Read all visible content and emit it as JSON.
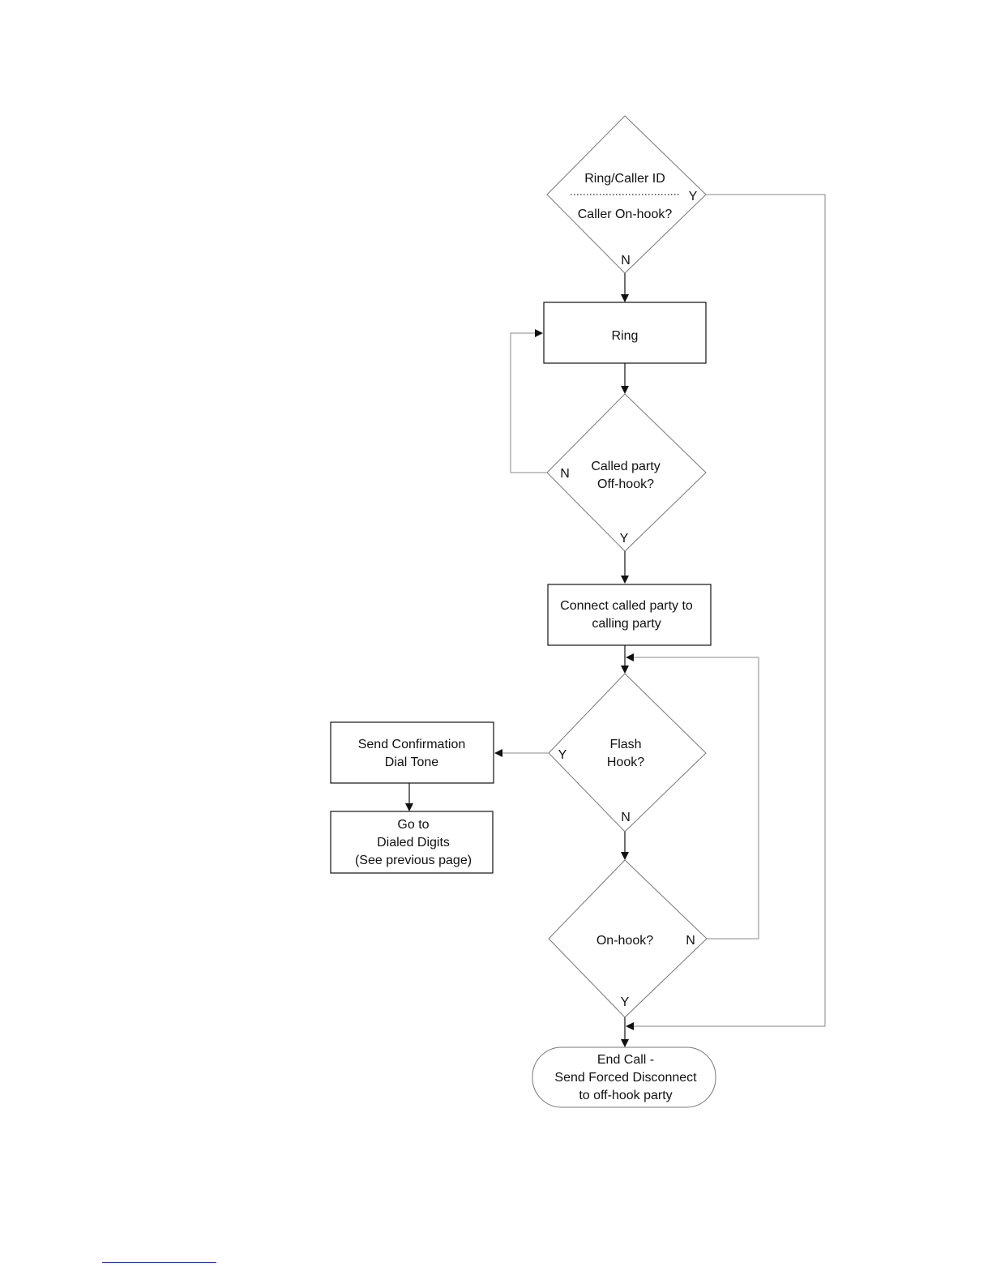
{
  "diagram": {
    "decisions": {
      "ring_caller_id": {
        "title": "Ring/Caller ID",
        "question": "Caller On-hook?",
        "yes": "Y",
        "no": "N"
      },
      "called_party_off_hook": {
        "line1": "Called party",
        "line2": "Off-hook?",
        "yes": "Y",
        "no": "N"
      },
      "flash_hook": {
        "line1": "Flash",
        "line2": "Hook?",
        "yes": "Y",
        "no": "N"
      },
      "on_hook": {
        "label": "On-hook?",
        "yes": "Y",
        "no": "N"
      }
    },
    "processes": {
      "ring": {
        "label": "Ring"
      },
      "connect": {
        "line1": "Connect called party to",
        "line2": "calling party"
      },
      "send_confirmation": {
        "line1": "Send Confirmation",
        "line2": "Dial Tone"
      },
      "goto_dialed_digits": {
        "line1": "Go to",
        "line2": "Dialed Digits",
        "line3": "(See previous page)"
      }
    },
    "terminal": {
      "end_call": {
        "line1": "End Call -",
        "line2": "Send Forced Disconnect",
        "line3": "to off-hook party"
      }
    }
  }
}
